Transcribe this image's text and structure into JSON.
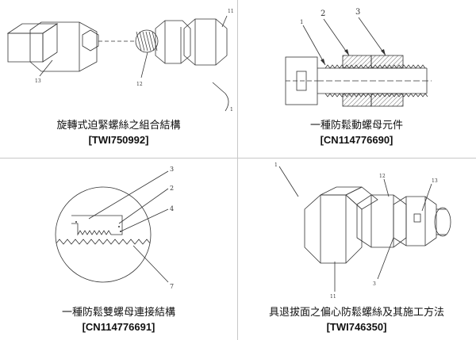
{
  "patents": [
    {
      "title": "旋轉式迫緊螺絲之組合結構",
      "id": "[TWI750992]",
      "callouts": [
        "11",
        "13",
        "12",
        "1"
      ]
    },
    {
      "title": "一種防鬆動螺母元件",
      "id": "[CN114776690]",
      "callouts": [
        "1",
        "2",
        "3"
      ]
    },
    {
      "title": "一種防鬆雙螺母連接結構",
      "id": "[CN114776691]",
      "callouts": [
        "3",
        "2",
        "4",
        "7"
      ]
    },
    {
      "title": "具退拔面之偏心防鬆螺絲及其施工方法",
      "id": "[TWI746350]",
      "callouts": [
        "1",
        "12",
        "13",
        "11",
        "3"
      ]
    }
  ]
}
